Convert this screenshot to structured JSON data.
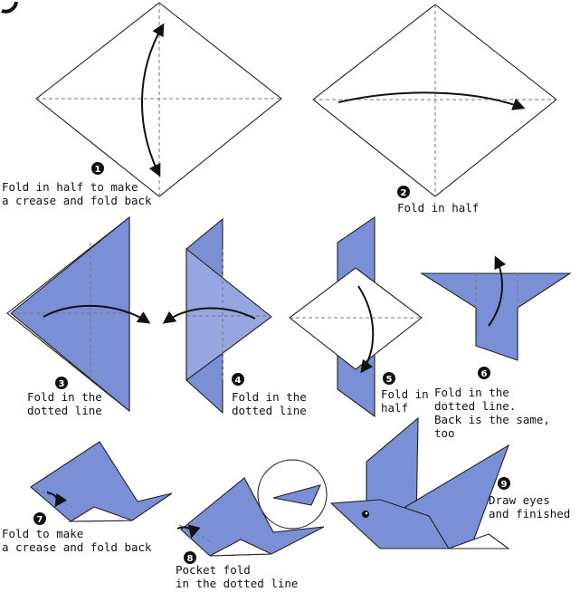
{
  "steps": [
    {
      "number": "1",
      "caption": [
        "Fold in half to make",
        "a crease and fold back"
      ]
    },
    {
      "number": "2",
      "caption": [
        "Fold in half"
      ]
    },
    {
      "number": "3",
      "caption": [
        "Fold in the",
        "dotted line"
      ]
    },
    {
      "number": "4",
      "caption": [
        "Fold in the",
        "dotted line"
      ]
    },
    {
      "number": "5",
      "caption": [
        "Fold in",
        "half"
      ]
    },
    {
      "number": "6",
      "caption": [
        "Fold in the",
        "dotted line.",
        "Back is the same,",
        "too"
      ]
    },
    {
      "number": "7",
      "caption": [
        "Fold to make",
        "a crease and fold back"
      ]
    },
    {
      "number": "8",
      "caption": [
        "Pocket fold",
        "in the dotted line"
      ]
    },
    {
      "number": "9",
      "caption": [
        "Draw eyes",
        "and finished"
      ]
    }
  ],
  "colors": {
    "paper_blue": "#7b8fd6",
    "paper_white": "#ffffff",
    "ink": "#111111"
  }
}
